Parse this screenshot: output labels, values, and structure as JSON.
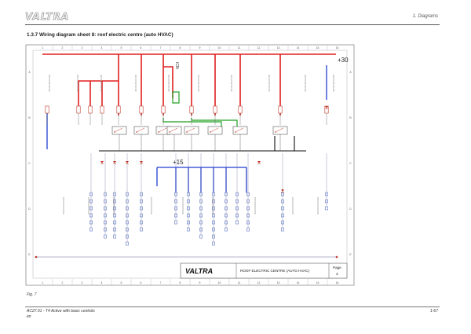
{
  "header": {
    "brand": "VALTRA",
    "chapter": "1. Diagrams"
  },
  "section": {
    "title": "1.3.7  Wiring diagram sheet 8: roof electric centre (auto HVAC)"
  },
  "schematic": {
    "columns": [
      "1",
      "2",
      "3",
      "4",
      "5",
      "6",
      "7",
      "8",
      "9",
      "10",
      "11",
      "12",
      "13",
      "14",
      "15",
      "16"
    ],
    "rows": [
      "A",
      "B",
      "C",
      "D",
      "E"
    ],
    "supply_labels": {
      "plus30": "+30",
      "plus15": "+15"
    },
    "relay_label": "ICN",
    "title_block": {
      "brand": "VALTRA",
      "description": "ROOF ELECTRIC CENTRE (AUTO HVAC)",
      "page_label": "Page",
      "page_number": "3"
    },
    "colors": {
      "plus30_wire": "#e02020",
      "plus15_wire": "#1f3fd0",
      "signal_wire": "#1fa01f",
      "ground_wire": "#111111"
    }
  },
  "figure": {
    "caption": "Fig. 7"
  },
  "footer": {
    "doc": "AC27.01 - T4 Active with basic controls",
    "lang": "en",
    "page": "1-67"
  }
}
